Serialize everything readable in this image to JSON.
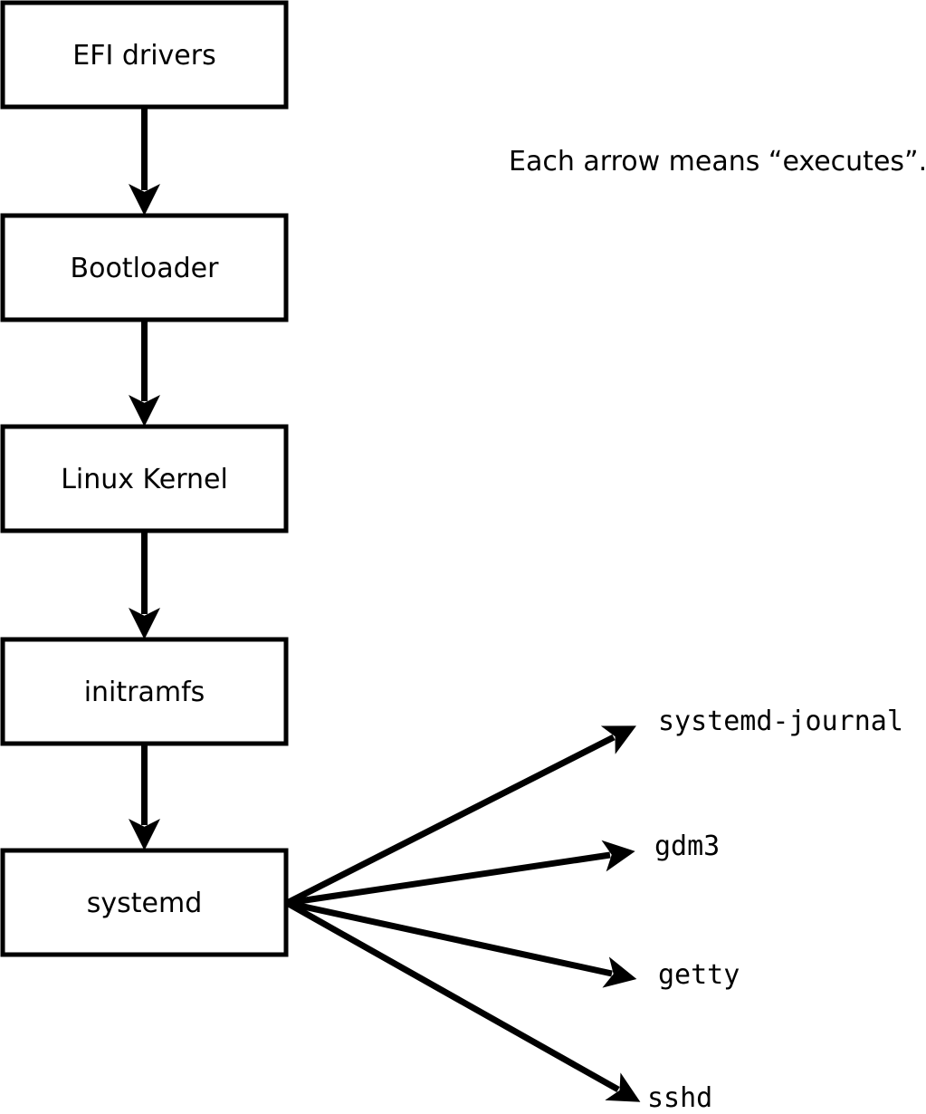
{
  "annotation": {
    "text": "Each arrow means “executes”."
  },
  "colors": {
    "background": "#ffffff",
    "line": "#000000",
    "box_fill": "#ffffff",
    "text": "#000000"
  },
  "boot_chain": [
    {
      "label": "EFI drivers"
    },
    {
      "label": "Bootloader"
    },
    {
      "label": "Linux Kernel"
    },
    {
      "label": "initramfs"
    },
    {
      "label": "systemd"
    }
  ],
  "spawned_processes": [
    {
      "label": "systemd-journal"
    },
    {
      "label": "gdm3"
    },
    {
      "label": "getty"
    },
    {
      "label": "sshd"
    }
  ]
}
